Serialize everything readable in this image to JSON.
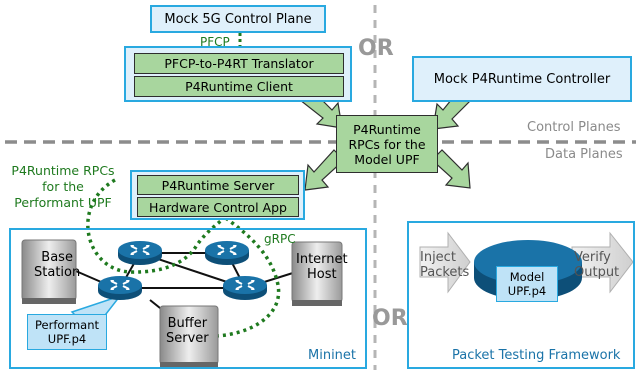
{
  "or_word": "OR",
  "control_plane": {
    "mock_5g": "Mock 5G Control Plane",
    "pfcp": "PFCP",
    "translator": "PFCP-to-P4RT Translator",
    "p4rt_client": "P4Runtime Client",
    "mock_controller": "Mock P4Runtime Controller",
    "p4rt_center": [
      "P4Runtime",
      "RPCs for the",
      "Model UPF"
    ],
    "section_control": "Control Planes",
    "section_data": "Data Planes"
  },
  "data_plane": {
    "rpcs_label": [
      "P4Runtime RPCs",
      "for the",
      "Performant UPF"
    ],
    "p4rt_server": "P4Runtime Server",
    "hw_control": "Hardware Control App",
    "grpc": "gRPC",
    "base_station": [
      "Base",
      "Station"
    ],
    "internet_host": [
      "Internet",
      "Host"
    ],
    "buffer_server": [
      "Buffer",
      "Server"
    ],
    "performant_upf": [
      "Performant",
      "UPF.p4"
    ],
    "mininet": "Mininet",
    "inject": [
      "Inject",
      "Packets"
    ],
    "verify": [
      "Verify",
      "Output"
    ],
    "model_upf": [
      "Model",
      "UPF.p4"
    ],
    "ptf": "Packet Testing Framework"
  },
  "colors": {
    "accent_blue": "#29a9e0",
    "light_blue": "#dff0fb",
    "green": "#a8d69e",
    "dotted_green": "#1f7a1f",
    "router": "#1a73a8",
    "gray": "#999999"
  }
}
